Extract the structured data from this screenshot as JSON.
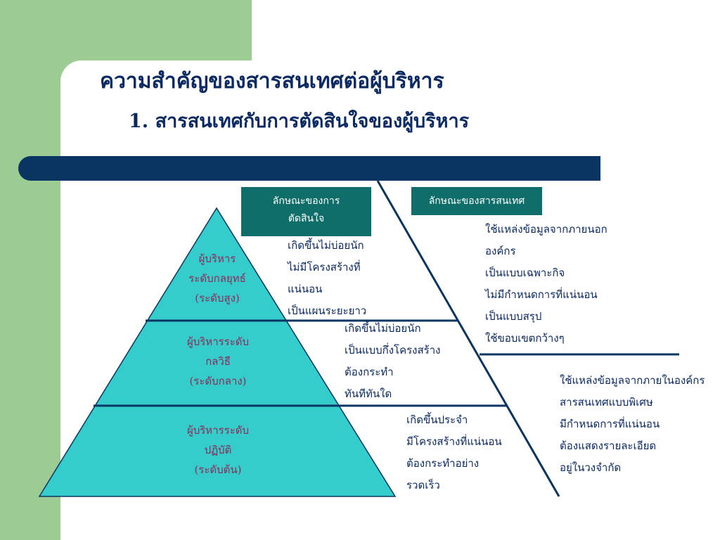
{
  "slide": {
    "title": "ความสำคัญของสารสนเทศต่อผู้บริหาร",
    "subtitle": "1. สารสนเทศกับการตัดสินใจของผู้บริหาร"
  },
  "headers": {
    "decision_line1": "ลักษณะของการ",
    "decision_line2": "ตัดสินใจ",
    "information": "ลักษณะของสารสนเทศ"
  },
  "tiers": [
    {
      "line1": "ผู้บริหาร",
      "line2": "ระดับกลยุทธ์",
      "line3": "(ระดับสูง)"
    },
    {
      "line1": "ผู้บริหารระดับ",
      "line2": "กลวิธี",
      "line3": "(ระดับกลาง)"
    },
    {
      "line1": "ผู้บริหารระดับ",
      "line2": "ปฏิบัติ",
      "line3": "(ระดับต้น)"
    }
  ],
  "decision_traits": [
    [
      "เกิดขึ้นไม่บ่อยนัก",
      "ไม่มีโครงสร้างที่",
      "แน่นอน",
      "เป็นแผนระยะยาว"
    ],
    [
      "เกิดขึ้นไม่บ่อยนัก",
      "เป็นแบบกึ่งโครงสร้าง",
      "ต้องกระทำ",
      "ทันทีทันใด"
    ],
    [
      "เกิดขึ้นประจำ",
      "มีโครงสร้างที่แน่นอน",
      "ต้องกระทำอย่าง",
      "รวดเร็ว"
    ]
  ],
  "information_traits": [
    [
      "ใช้แหล่งข้อมูลจากภายนอก",
      "องค์กร",
      "เป็นแบบเฉพาะกิจ",
      "ไม่มีกำหนดการที่แน่นอน",
      "เป็นแบบสรุป",
      "ใช้ขอบเขตกว้างๆ"
    ],
    [
      "ใช้แหล่งข้อมูลจากภายในองค์กร",
      "สารสนเทศแบบพิเศษ",
      "มีกำหนดการที่แน่นอน",
      "ต้องแสดงรายละเอียด",
      "อยู่ในวงจำกัด"
    ]
  ],
  "colors": {
    "pyramid_fill": "#35cccc",
    "navy": "#0a3563",
    "header_box": "#0f6e6a",
    "tier_text": "#8f2a57",
    "background_green": "#9ccc93"
  }
}
